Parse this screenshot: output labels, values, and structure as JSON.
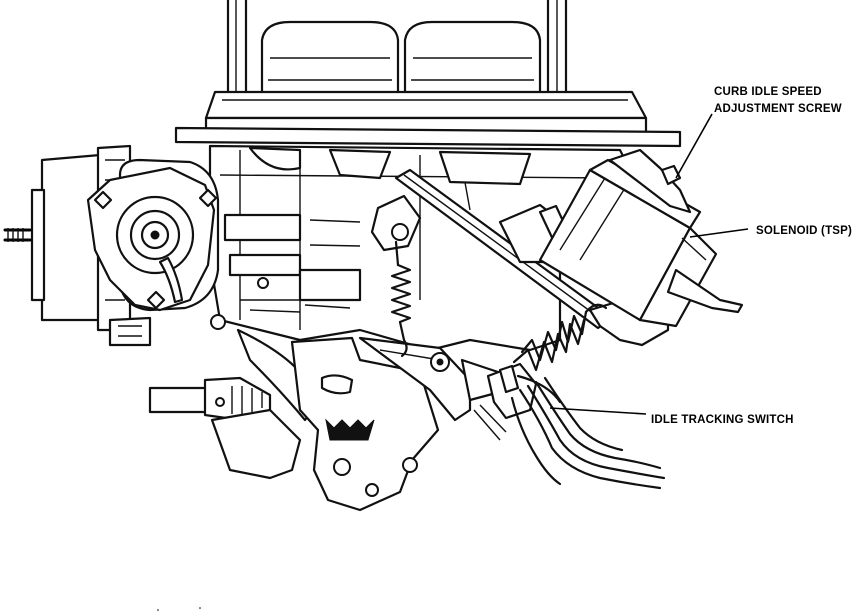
{
  "callouts": {
    "curb_idle_line1": "CURB IDLE SPEED",
    "curb_idle_line2": "ADJUSTMENT SCREW",
    "solenoid": "SOLENOID (TSP)",
    "idle_tracking": "IDLE TRACKING SWITCH"
  },
  "colors": {
    "ink": "#111111",
    "paper": "#ffffff"
  }
}
